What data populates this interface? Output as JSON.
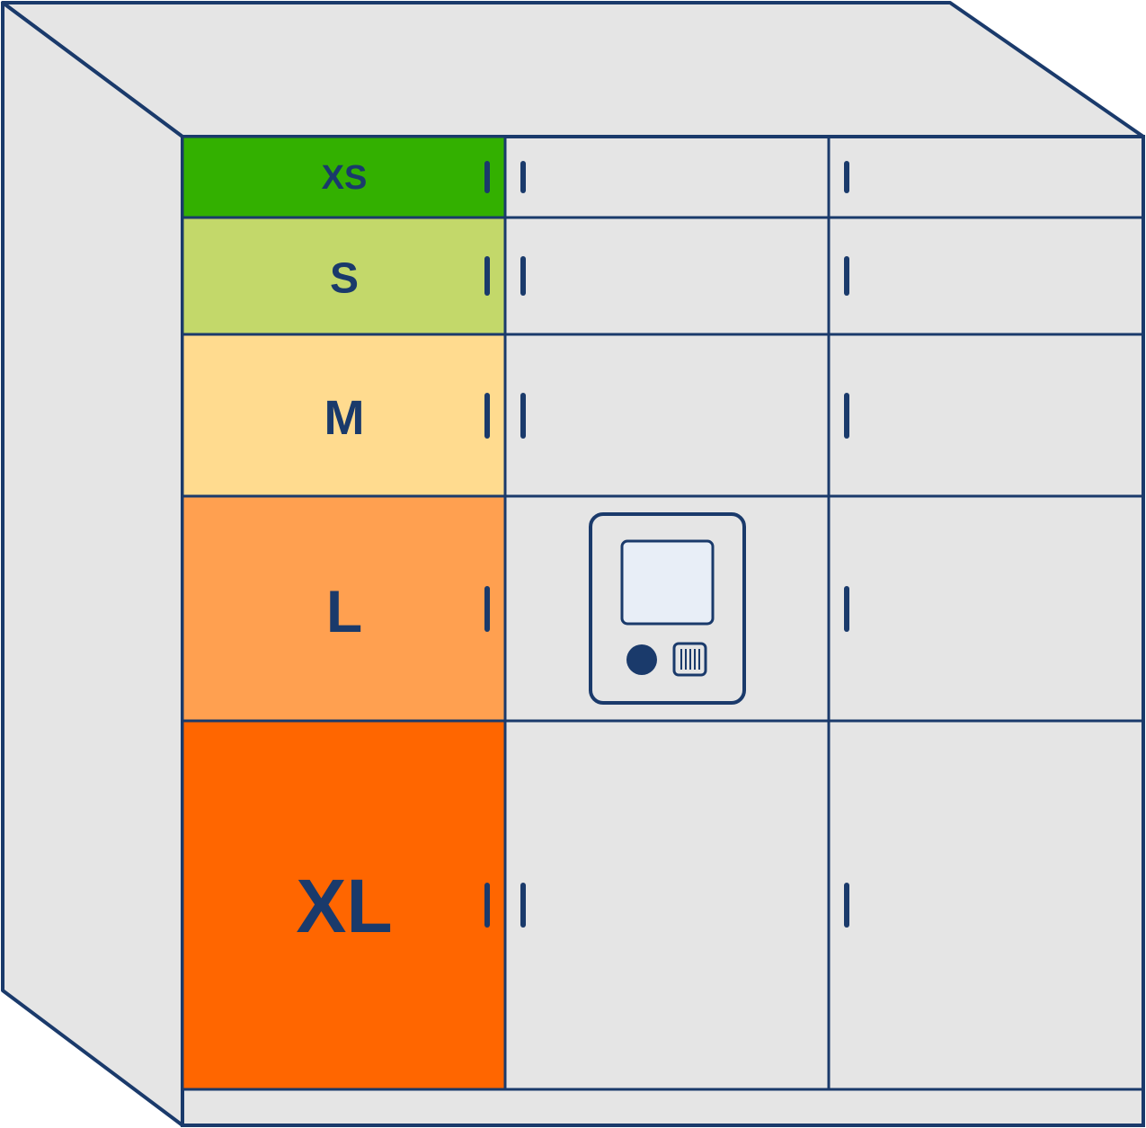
{
  "colors": {
    "outline": "#1a3a6b",
    "body": "#e5e5e5",
    "screen": "#e8eef7"
  },
  "sizes": [
    {
      "label": "XS",
      "color": "#33b000"
    },
    {
      "label": "S",
      "color": "#c3d86a"
    },
    {
      "label": "M",
      "color": "#ffdb8f"
    },
    {
      "label": "L",
      "color": "#ffa050"
    },
    {
      "label": "XL",
      "color": "#ff6600"
    }
  ],
  "terminal": {
    "screen_icon": "screen-icon",
    "button_icon": "round-button-icon",
    "scanner_icon": "barcode-scanner-icon"
  }
}
